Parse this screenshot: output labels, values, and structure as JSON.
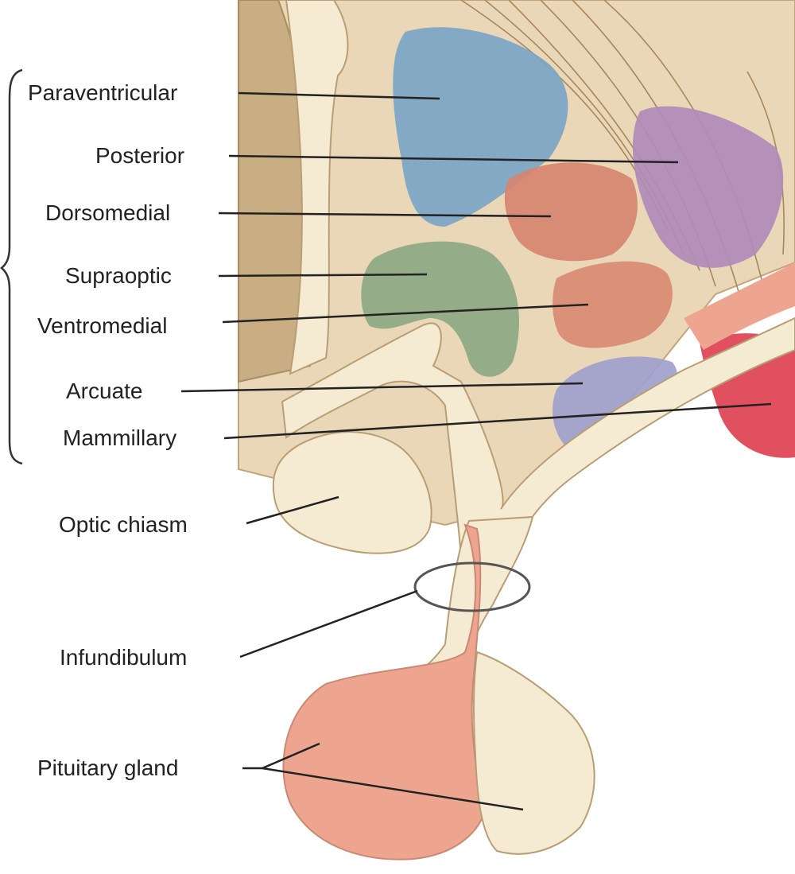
{
  "labels": {
    "paraventricular": "Paraventricular",
    "posterior": "Posterior",
    "dorsomedial": "Dorsomedial",
    "supraoptic": "Supraoptic",
    "ventromedial": "Ventromedial",
    "arcuate": "Arcuate",
    "mammillary": "Mammillary",
    "optic_chiasm": "Optic chiasm",
    "infundibulum": "Infundibulum",
    "pituitary_gland": "Pituitary gland"
  },
  "colors": {
    "tissue": "#e9d7b7",
    "tissue_dark": "#c9ad83",
    "cream": "#f5ead2",
    "paraventricular": "#7ba5c4",
    "posterior": "#b08ab8",
    "dorsomedial": "#d7866f",
    "supraoptic": "#8faa84",
    "ventromedial": "#d98a72",
    "arcuate": "#9d9fcc",
    "mammillary": "#e0505e",
    "pituitary": "#eea590",
    "leader": "#222222"
  }
}
